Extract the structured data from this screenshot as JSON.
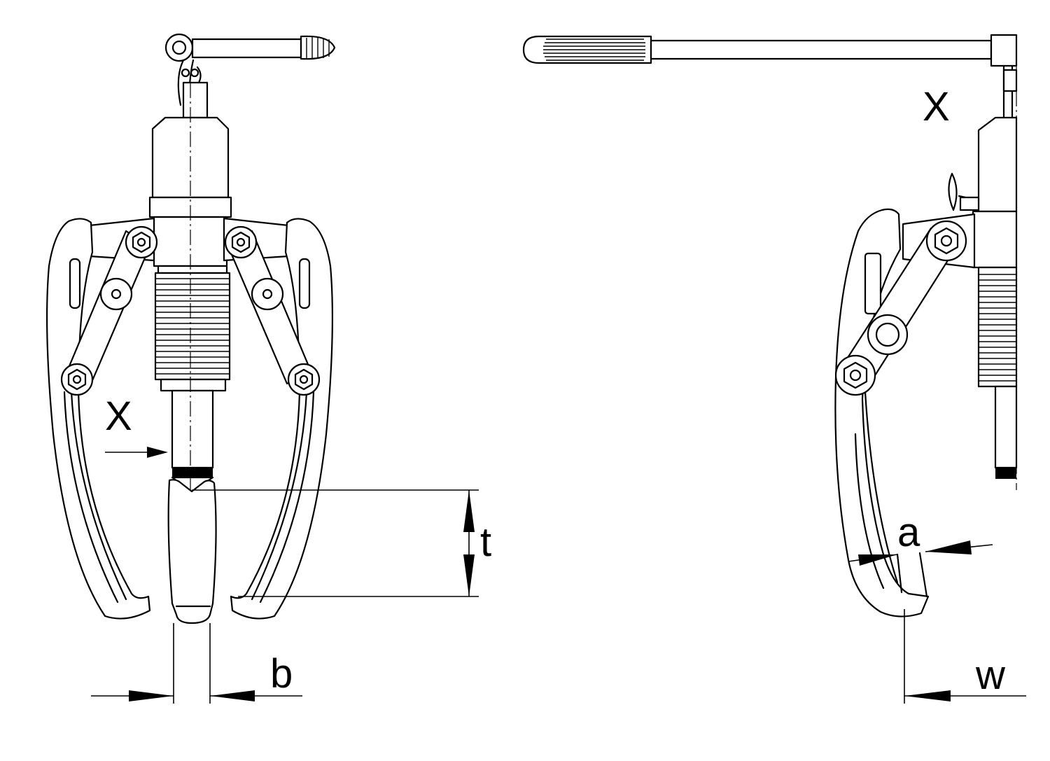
{
  "labels": {
    "view_marker_left": "X",
    "view_marker_right": "X",
    "dim_t": "t",
    "dim_b": "b",
    "dim_a": "a",
    "dim_w": "w"
  },
  "colors": {
    "line": "#000000",
    "background": "#ffffff"
  }
}
